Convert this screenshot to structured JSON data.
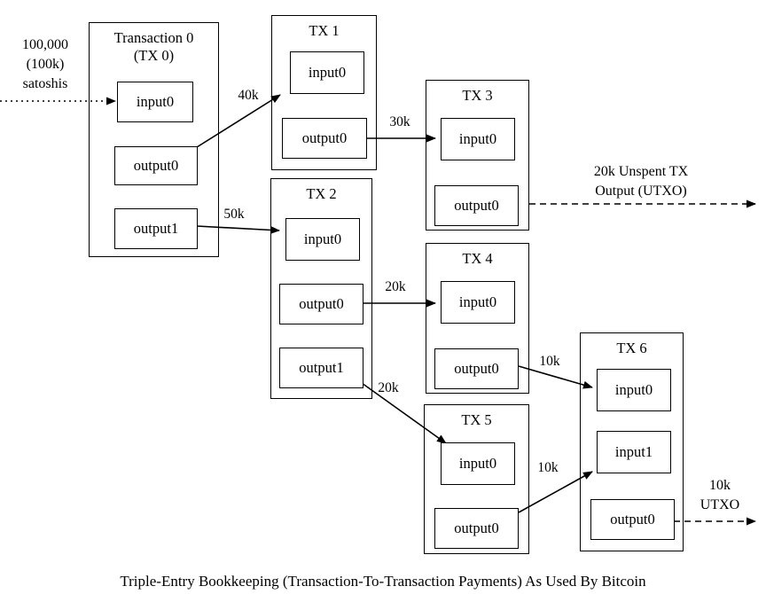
{
  "caption": "Triple-Entry Bookkeeping (Transaction-To-Transaction Payments) As Used By Bitcoin",
  "source_label": {
    "text": "100,000\n(100k)\nsatoshis"
  },
  "transactions": [
    {
      "id": "tx0",
      "title": "Transaction 0\n(TX 0)",
      "slots": [
        {
          "name": "input0",
          "label": "input0",
          "kind": "input"
        },
        {
          "name": "output0",
          "label": "output0",
          "kind": "output"
        },
        {
          "name": "output1",
          "label": "output1",
          "kind": "output"
        }
      ]
    },
    {
      "id": "tx1",
      "title": "TX 1",
      "slots": [
        {
          "name": "input0",
          "label": "input0",
          "kind": "input"
        },
        {
          "name": "output0",
          "label": "output0",
          "kind": "output"
        }
      ]
    },
    {
      "id": "tx2",
      "title": "TX 2",
      "slots": [
        {
          "name": "input0",
          "label": "input0",
          "kind": "input"
        },
        {
          "name": "output0",
          "label": "output0",
          "kind": "output"
        },
        {
          "name": "output1",
          "label": "output1",
          "kind": "output"
        }
      ]
    },
    {
      "id": "tx3",
      "title": "TX 3",
      "slots": [
        {
          "name": "input0",
          "label": "input0",
          "kind": "input"
        },
        {
          "name": "output0",
          "label": "output0",
          "kind": "output"
        }
      ]
    },
    {
      "id": "tx4",
      "title": "TX 4",
      "slots": [
        {
          "name": "input0",
          "label": "input0",
          "kind": "input"
        },
        {
          "name": "output0",
          "label": "output0",
          "kind": "output"
        }
      ]
    },
    {
      "id": "tx5",
      "title": "TX 5",
      "slots": [
        {
          "name": "input0",
          "label": "input0",
          "kind": "input"
        },
        {
          "name": "output0",
          "label": "output0",
          "kind": "output"
        }
      ]
    },
    {
      "id": "tx6",
      "title": "TX 6",
      "slots": [
        {
          "name": "input0",
          "label": "input0",
          "kind": "input"
        },
        {
          "name": "input1",
          "label": "input1",
          "kind": "input"
        },
        {
          "name": "output0",
          "label": "output0",
          "kind": "output"
        }
      ]
    }
  ],
  "edges": [
    {
      "name": "edge-source-to-tx0",
      "label": "",
      "from": "external",
      "to": "tx0.input0",
      "style": "dotted"
    },
    {
      "name": "edge-tx0-output0-to-tx1-input0",
      "label": "40k",
      "from": "tx0.output0",
      "to": "tx1.input0",
      "style": "solid"
    },
    {
      "name": "edge-tx0-output1-to-tx2-input0",
      "label": "50k",
      "from": "tx0.output1",
      "to": "tx2.input0",
      "style": "solid"
    },
    {
      "name": "edge-tx1-output0-to-tx3-input0",
      "label": "30k",
      "from": "tx1.output0",
      "to": "tx3.input0",
      "style": "solid"
    },
    {
      "name": "edge-tx2-output0-to-tx4-input0",
      "label": "20k",
      "from": "tx2.output0",
      "to": "tx4.input0",
      "style": "solid"
    },
    {
      "name": "edge-tx2-output1-to-tx5-input0",
      "label": "20k",
      "from": "tx2.output1",
      "to": "tx5.input0",
      "style": "solid"
    },
    {
      "name": "edge-tx3-output0-utxo",
      "label": "20k Unspent TX\nOutput (UTXO)",
      "from": "tx3.output0",
      "to": "external",
      "style": "dashed"
    },
    {
      "name": "edge-tx4-output0-to-tx6-input0",
      "label": "10k",
      "from": "tx4.output0",
      "to": "tx6.input0",
      "style": "solid"
    },
    {
      "name": "edge-tx5-output0-to-tx6-input1",
      "label": "10k",
      "from": "tx5.output0",
      "to": "tx6.input1",
      "style": "solid"
    },
    {
      "name": "edge-tx6-output0-utxo",
      "label": "10k\nUTXO",
      "from": "tx6.output0",
      "to": "external",
      "style": "dashed"
    }
  ],
  "chart_data": {
    "type": "diagram",
    "title": "Triple-Entry Bookkeeping (Transaction-To-Transaction Payments) As Used By Bitcoin",
    "unit": "satoshis",
    "initial_amount": 100000,
    "initial_amount_short": "100k",
    "nodes": [
      "TX 0",
      "TX 1",
      "TX 2",
      "TX 3",
      "TX 4",
      "TX 5",
      "TX 6"
    ],
    "flows": [
      {
        "from": "external",
        "to": "TX 0 input0",
        "amount": "100k"
      },
      {
        "from": "TX 0 output0",
        "to": "TX 1 input0",
        "amount": "40k"
      },
      {
        "from": "TX 0 output1",
        "to": "TX 2 input0",
        "amount": "50k"
      },
      {
        "from": "TX 1 output0",
        "to": "TX 3 input0",
        "amount": "30k"
      },
      {
        "from": "TX 2 output0",
        "to": "TX 4 input0",
        "amount": "20k"
      },
      {
        "from": "TX 2 output1",
        "to": "TX 5 input0",
        "amount": "20k"
      },
      {
        "from": "TX 3 output0",
        "to": "UTXO",
        "amount": "20k"
      },
      {
        "from": "TX 4 output0",
        "to": "TX 6 input0",
        "amount": "10k"
      },
      {
        "from": "TX 5 output0",
        "to": "TX 6 input1",
        "amount": "10k"
      },
      {
        "from": "TX 6 output0",
        "to": "UTXO",
        "amount": "10k"
      }
    ]
  }
}
